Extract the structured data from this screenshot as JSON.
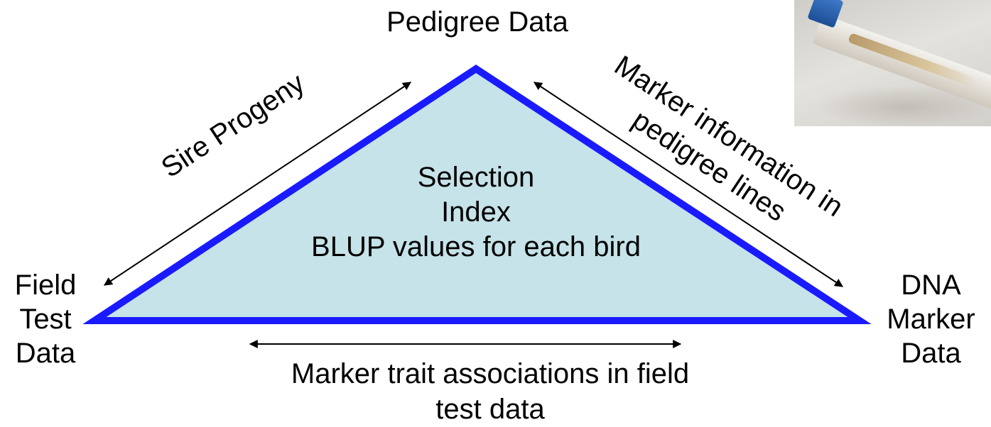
{
  "photo": {
    "icon": "sample-tube-photo"
  },
  "labels": {
    "top": "Pedigree Data",
    "left": [
      "Field",
      "Test",
      "Data"
    ],
    "right": [
      "DNA",
      "Marker",
      "Data"
    ],
    "center": [
      "Selection",
      "Index",
      "BLUP values for each bird"
    ],
    "left_edge": "Sire Progeny",
    "right_edge": [
      "Marker information in",
      "pedigree lines"
    ],
    "bottom_edge": [
      "Marker trait associations in field",
      "test data"
    ]
  },
  "colors": {
    "triangle_fill": "#c5e3e8",
    "triangle_stroke": "#1a1aff",
    "arrow": "#000000"
  }
}
